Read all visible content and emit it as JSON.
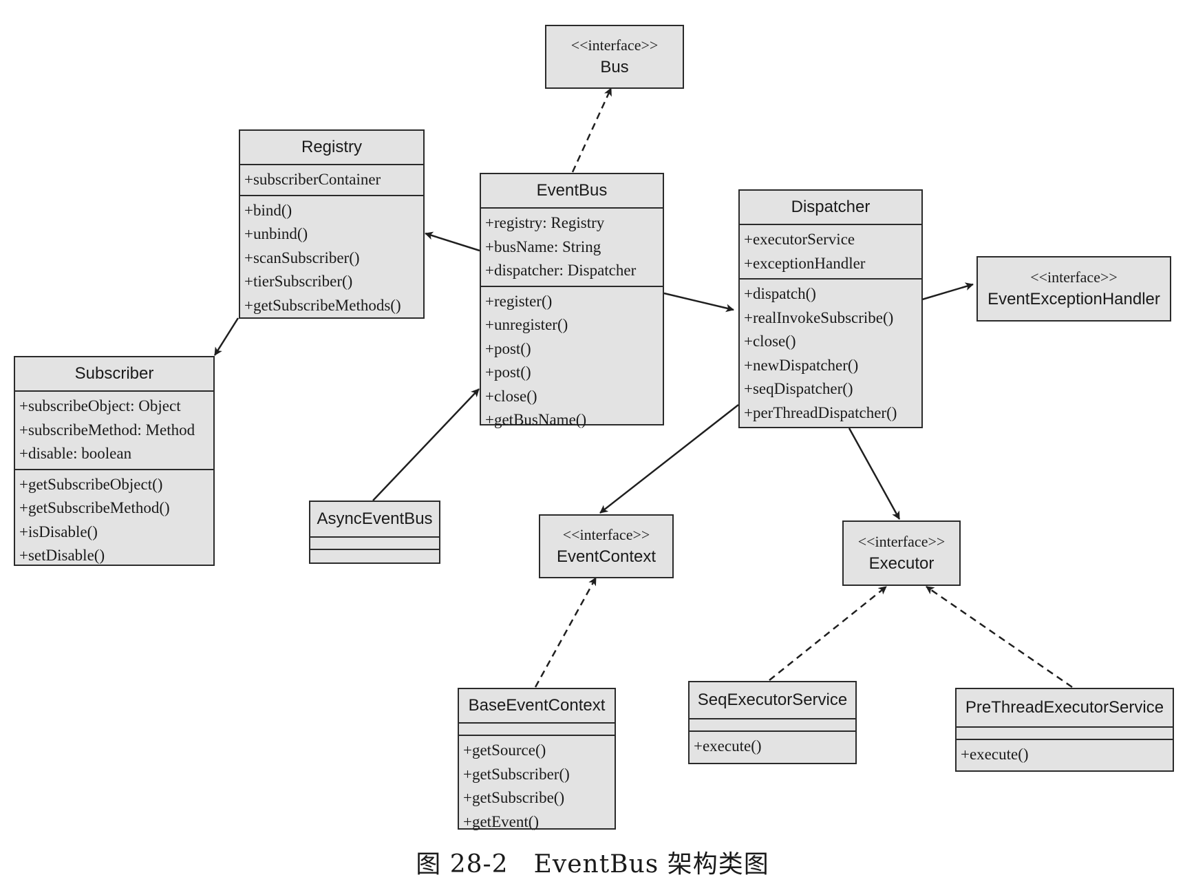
{
  "classes": {
    "registry": {
      "name": "Registry",
      "attributes": [
        "+subscriberContainer"
      ],
      "methods": [
        "+bind()",
        "+unbind()",
        "+scanSubscriber()",
        "+tierSubscriber()",
        "+getSubscribeMethods()"
      ]
    },
    "eventbus": {
      "name": "EventBus",
      "attributes": [
        "+registry: Registry",
        "+busName: String",
        "+dispatcher: Dispatcher"
      ],
      "methods": [
        "+register()",
        "+unregister()",
        "+post()",
        "+post()",
        "+close()",
        "+getBusName()"
      ]
    },
    "dispatcher": {
      "name": "Dispatcher",
      "attributes": [
        "+executorService",
        "+exceptionHandler"
      ],
      "methods": [
        "+dispatch()",
        "+realInvokeSubscribe()",
        "+close()",
        "+newDispatcher()",
        "+seqDispatcher()",
        "+perThreadDispatcher()"
      ]
    },
    "subscriber": {
      "name": "Subscriber",
      "attributes": [
        "+subscribeObject: Object",
        "+subscribeMethod: Method",
        "+disable: boolean"
      ],
      "methods": [
        "+getSubscribeObject()",
        "+getSubscribeMethod()",
        "+isDisable()",
        "+setDisable()"
      ]
    },
    "asynceventbus": {
      "name": "AsyncEventBus"
    },
    "baseeventcontext": {
      "name": "BaseEventContext",
      "methods": [
        "+getSource()",
        "+getSubscriber()",
        "+getSubscribe()",
        "+getEvent()"
      ]
    },
    "seqexecutorservice": {
      "name": "SeqExecutorService",
      "methods": [
        "+execute()"
      ]
    },
    "prethreadexecutorservice": {
      "name": "PreThreadExecutorService",
      "methods": [
        "+execute()"
      ]
    }
  },
  "interfaces": {
    "stereotype": "<<interface>>",
    "bus": "Bus",
    "eventexceptionhandler": "EventExceptionHandler",
    "eventcontext": "EventContext",
    "executor": "Executor"
  },
  "caption": "图 28-2　EventBus 架构类图"
}
